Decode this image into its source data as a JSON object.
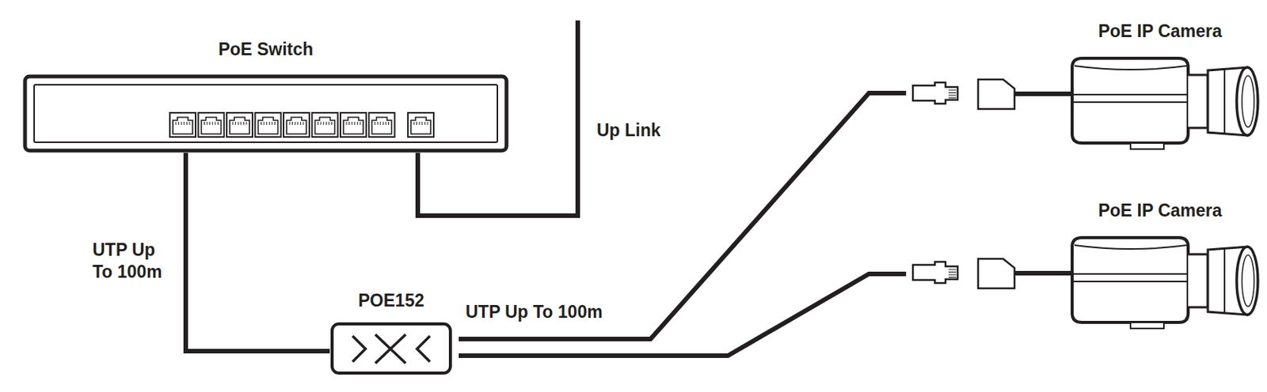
{
  "diagram": {
    "nodes": [
      {
        "text": [
          "PoE Switch"
        ]
      },
      {
        "text": [
          "POE152"
        ]
      },
      {
        "text": [
          "PoE IP Camera"
        ]
      },
      {
        "text": [
          "PoE IP Camera"
        ]
      }
    ],
    "edges": [
      {
        "from": 0,
        "to": 1,
        "arrow": "none",
        "label": "UTP Up To 100m"
      },
      {
        "from": 1,
        "to": 2,
        "arrow": "none",
        "label": "UTP Up To 100m"
      },
      {
        "from": 1,
        "to": 3,
        "arrow": "none"
      }
    ],
    "labels": [
      "Up Link"
    ]
  }
}
